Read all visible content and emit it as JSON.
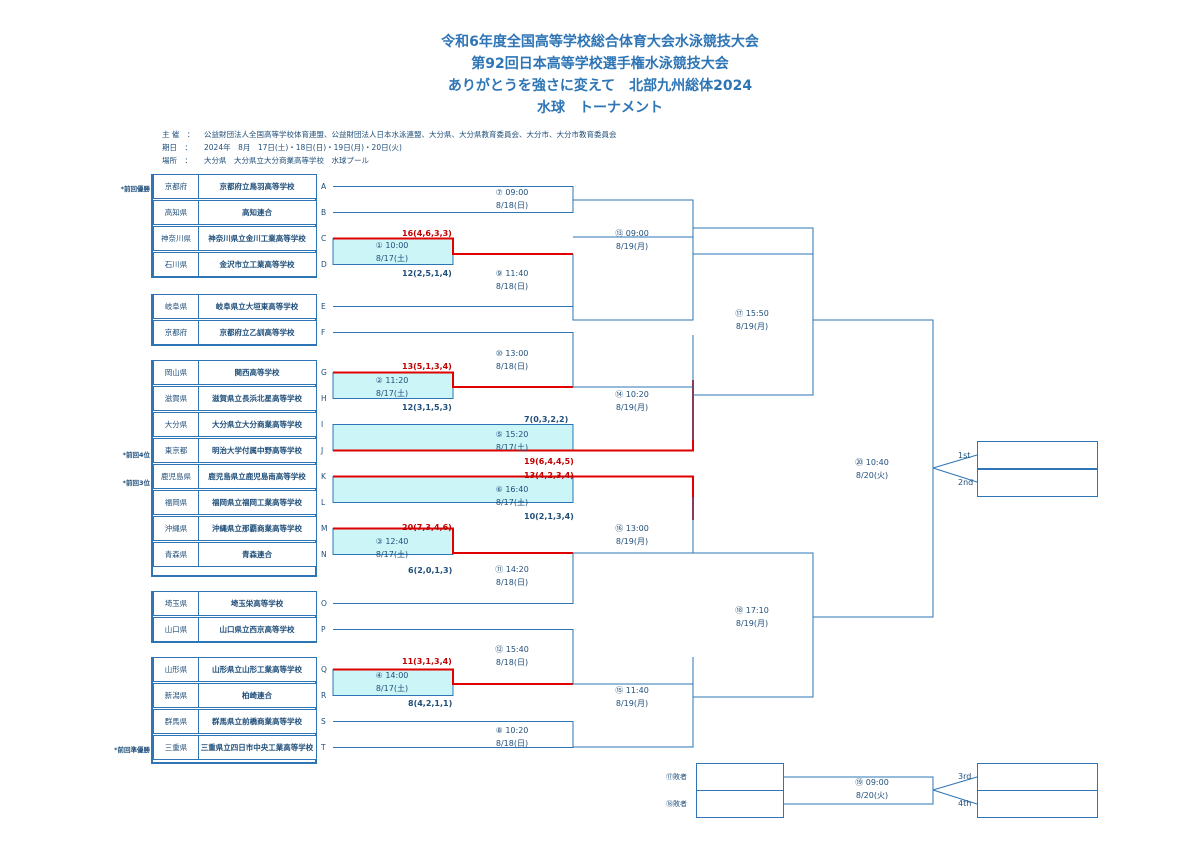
{
  "header": {
    "title1": "令和6年度全国高等学校総合体育大会水泳競技大会",
    "title2": "第92回日本高等学校選手権水泳競技大会",
    "title3": "ありがとうを強さに変えて　北部九州総体2024",
    "title4": "水球　トーナメント"
  },
  "info": {
    "sponsor_label": "主 催　：",
    "sponsor": "公益財団法人全国高等学校体育連盟、公益財団法人日本水泳連盟、大分県、大分県教育委員会、大分市、大分市教育委員会",
    "date_label": "期日　：",
    "date": "2024年　8月　17日(土)・18日(日)・19日(月)・20日(火)",
    "venue_label": "場所　：",
    "venue": "大分県　大分県立大分商業高等学校　水球プール"
  },
  "teams": [
    {
      "pref": "京都府",
      "school": "京都府立鳥羽高等学校",
      "letter": "A"
    },
    {
      "pref": "高知県",
      "school": "高知連合",
      "letter": "B"
    },
    {
      "pref": "神奈川県",
      "school": "神奈川県立金川工業高等学校",
      "letter": "C"
    },
    {
      "pref": "石川県",
      "school": "金沢市立工業高等学校",
      "letter": "D"
    },
    {
      "pref": "岐阜県",
      "school": "岐阜県立大垣東高等学校",
      "letter": "E"
    },
    {
      "pref": "京都府",
      "school": "京都府立乙訓高等学校",
      "letter": "F"
    },
    {
      "pref": "岡山県",
      "school": "関西高等学校",
      "letter": "G"
    },
    {
      "pref": "滋賀県",
      "school": "滋賀県立長浜北星高等学校",
      "letter": "H"
    },
    {
      "pref": "大分県",
      "school": "大分県立大分商業高等学校",
      "letter": "I"
    },
    {
      "pref": "東京都",
      "school": "明治大学付属中野高等学校",
      "letter": "J"
    },
    {
      "pref": "鹿児島県",
      "school": "鹿児島県立鹿児島南高等学校",
      "letter": "K"
    },
    {
      "pref": "福岡県",
      "school": "福岡県立福岡工業高等学校",
      "letter": "L"
    },
    {
      "pref": "沖縄県",
      "school": "沖縄県立那覇商業高等学校",
      "letter": "M"
    },
    {
      "pref": "青森県",
      "school": "青森連合",
      "letter": "N"
    },
    {
      "pref": "埼玉県",
      "school": "埼玉栄高等学校",
      "letter": "O"
    },
    {
      "pref": "山口県",
      "school": "山口県立西京高等学校",
      "letter": "P"
    },
    {
      "pref": "山形県",
      "school": "山形県立山形工業高等学校",
      "letter": "Q"
    },
    {
      "pref": "新潟県",
      "school": "柏崎連合",
      "letter": "R"
    },
    {
      "pref": "群馬県",
      "school": "群馬県立前橋商業高等学校",
      "letter": "S"
    },
    {
      "pref": "三重県",
      "school": "三重県立四日市中央工業高等学校",
      "letter": "T"
    }
  ],
  "notes": {
    "prev_champion": "*前回優勝",
    "prev_4th": "*前回4位",
    "prev_3rd": "*前回3位",
    "prev_runnerup": "*前回準優勝"
  },
  "matches": {
    "m1": {
      "time": "① 10:00",
      "date": "8/17(土)",
      "win": "16(4,6,3,3)",
      "lose": "12(2,5,1,4)"
    },
    "m2": {
      "time": "② 11:20",
      "date": "8/17(土)",
      "win": "13(5,1,3,4)",
      "lose": "12(3,1,5,3)"
    },
    "m3": {
      "time": "③ 12:40",
      "date": "8/17(土)",
      "win": "20(7,3,4,6)",
      "lose": "6(2,0,1,3)"
    },
    "m4": {
      "time": "④ 14:00",
      "date": "8/17(土)",
      "win": "11(3,1,3,4)",
      "lose": "8(4,2,1,1)"
    },
    "m5": {
      "time": "⑤ 15:20",
      "date": "8/17(土)",
      "lose": "7(0,3,2,2)",
      "win": "19(6,4,4,5)"
    },
    "m6": {
      "time": "⑥ 16:40",
      "date": "8/17(土)",
      "win": "13(4,2,3,4)",
      "lose": "10(2,1,3,4)"
    },
    "m7": {
      "time": "⑦ 09:00",
      "date": "8/18(日)"
    },
    "m8": {
      "time": "⑧ 10:20",
      "date": "8/18(日)"
    },
    "m9": {
      "time": "⑨ 11:40",
      "date": "8/18(日)"
    },
    "m10": {
      "time": "⑩ 13:00",
      "date": "8/18(日)"
    },
    "m11": {
      "time": "⑪ 14:20",
      "date": "8/18(日)"
    },
    "m12": {
      "time": "⑫ 15:40",
      "date": "8/18(日)"
    },
    "m13": {
      "time": "⑬ 09:00",
      "date": "8/19(月)"
    },
    "m14": {
      "time": "⑭ 10:20",
      "date": "8/19(月)"
    },
    "m15": {
      "time": "⑮ 11:40",
      "date": "8/19(月)"
    },
    "m16": {
      "time": "⑯ 13:00",
      "date": "8/19(月)"
    },
    "m17": {
      "time": "⑰ 15:50",
      "date": "8/19(月)"
    },
    "m18": {
      "time": "⑱ 17:10",
      "date": "8/19(月)"
    },
    "m19": {
      "time": "⑲ 09:00",
      "date": "8/20(火)"
    },
    "m20": {
      "time": "⑳ 10:40",
      "date": "8/20(火)"
    }
  },
  "ranks": {
    "first": "1st",
    "second": "2nd",
    "third": "3rd",
    "fourth": "4th"
  },
  "consolation": {
    "loser17": "⑰敗者",
    "loser18": "⑱敗者"
  },
  "colors": {
    "line": "#2e75b6",
    "win_line": "#e00000",
    "win_text": "#c00000",
    "highlight": "#ccf5f8",
    "text": "#1f4e79"
  }
}
